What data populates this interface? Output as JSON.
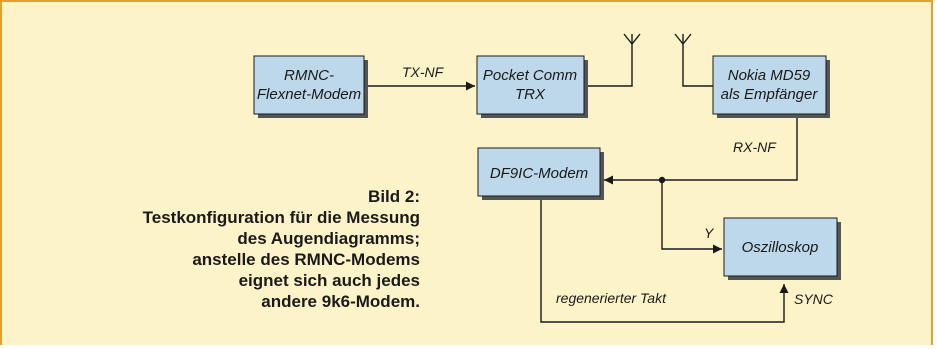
{
  "diagram": {
    "boxes": {
      "rmnc": [
        "RMNC-",
        "Flexnet-Modem"
      ],
      "pocket": [
        "Pocket Comm",
        "TRX"
      ],
      "nokia": [
        "Nokia MD59",
        "als Empfänger"
      ],
      "df9ic": [
        "DF9IC-Modem"
      ],
      "oszi": [
        "Oszilloskop"
      ]
    },
    "labels": {
      "tx_nf": "TX-NF",
      "rx_nf": "RX-NF",
      "y": "Y",
      "sync": "SYNC",
      "takt": "regenerierter Takt"
    },
    "caption": {
      "title": "Bild 2:",
      "lines": [
        "Testkonfiguration für die Messung",
        "des Augendiagramms;",
        "anstelle des RMNC-Modems",
        "eignet sich auch jedes",
        "andere 9k6-Modem."
      ]
    }
  },
  "colors": {
    "background": "#fdf3c9",
    "frame": "#e3a02a",
    "box_fill": "#bcd8ea",
    "box_shadow": "#555555",
    "line": "#1a1a1a"
  }
}
